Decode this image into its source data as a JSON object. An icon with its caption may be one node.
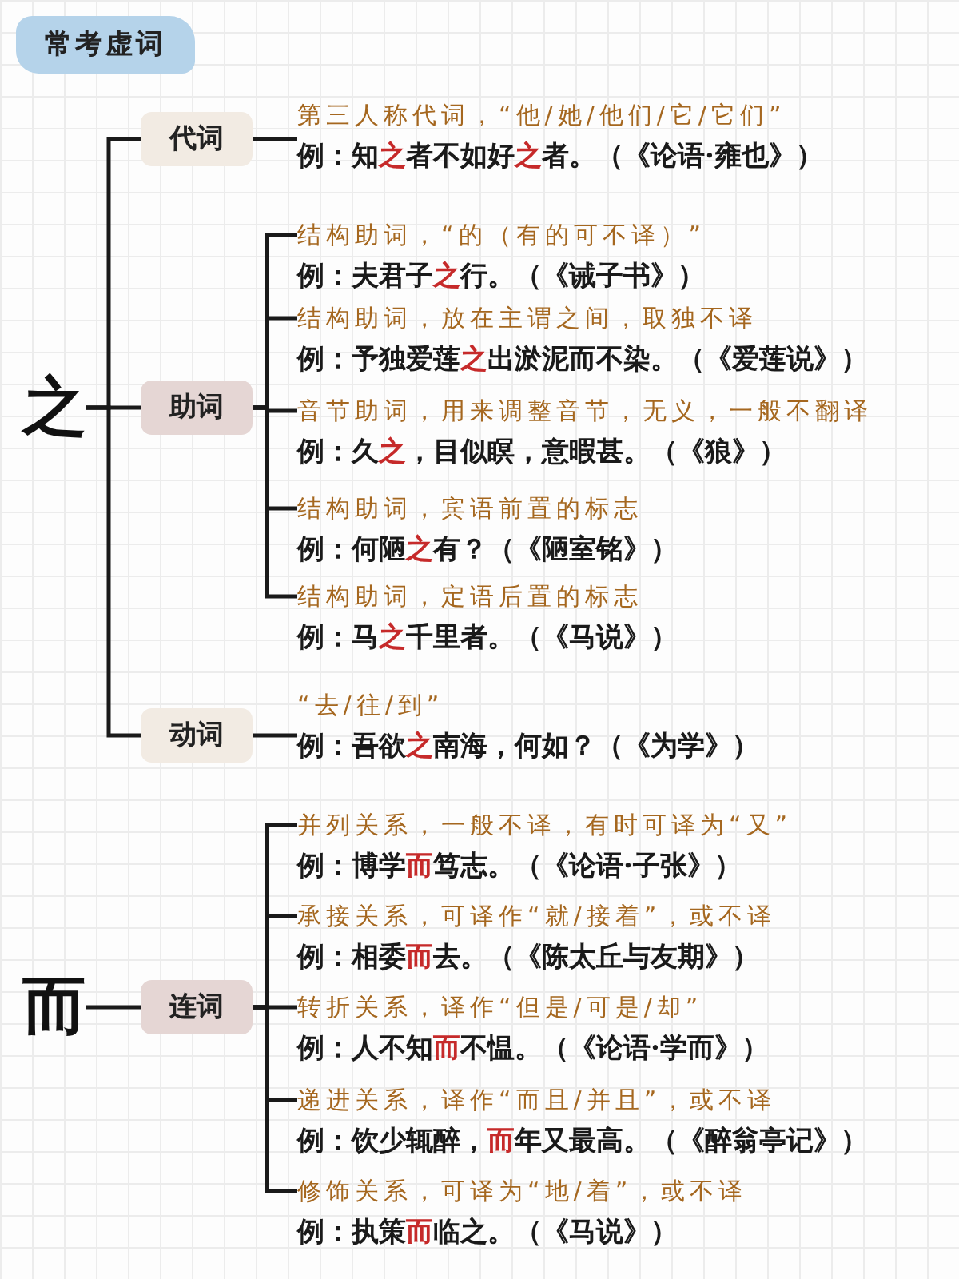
{
  "diagram": {
    "title": "常考虚词",
    "nodes": [
      {
        "text": [
          "之"
        ]
      },
      {
        "text": [
          "代词"
        ]
      },
      {
        "text": [
          "第三人称代词，“他/她/他们/它/它们”",
          "例：知**之**者不如好**之**者。（《论语·雍也》）"
        ]
      },
      {
        "text": [
          "助词"
        ]
      },
      {
        "text": [
          "结构助词，“的（有的可不译）”",
          "例：夫君子**之**行。（《诫子书》）"
        ]
      },
      {
        "text": [
          "结构助词，放在主谓之间，取独不译",
          "例：予独爱莲**之**出淤泥而不染。（《爱莲说》）"
        ]
      },
      {
        "text": [
          "音节助词，用来调整音节，无义，一般不翻译",
          "例：久**之**，目似瞑，意暇甚。（《狼》）"
        ]
      },
      {
        "text": [
          "结构助词，宾语前置的标志",
          "例：何陋**之**有？（《陋室铭》）"
        ]
      },
      {
        "text": [
          "结构助词，定语后置的标志",
          "例：马**之**千里者。（《马说》）"
        ]
      },
      {
        "text": [
          "动词"
        ]
      },
      {
        "text": [
          "“去/往/到”",
          "例：吾欲**之**南海，何如？（《为学》）"
        ]
      },
      {
        "text": [
          "而"
        ]
      },
      {
        "text": [
          "连词"
        ]
      },
      {
        "text": [
          "并列关系，一般不译，有时可译为“又”",
          "例：博学**而**笃志。（《论语·子张》）"
        ]
      },
      {
        "text": [
          "承接关系，可译作“就/接着”，或不译",
          "例：相委**而**去。（《陈太丘与友期》）"
        ]
      },
      {
        "text": [
          "转折关系，译作“但是/可是/却”",
          "例：人不知**而**不愠。（《论语·学而》）"
        ]
      },
      {
        "text": [
          "递进关系，译作“而且/并且”，或不译",
          "例：饮少辄醉，**而**年又最高。（《醉翁亭记》）"
        ]
      },
      {
        "text": [
          "修饰关系，可译为“地/着”，或不译",
          "例：执策**而**临之。（《马说》）"
        ]
      }
    ],
    "edges": [
      {
        "from": 0,
        "to": 1,
        "arrow": "none"
      },
      {
        "from": 0,
        "to": 3,
        "arrow": "none"
      },
      {
        "from": 0,
        "to": 9,
        "arrow": "none"
      },
      {
        "from": 1,
        "to": 2,
        "arrow": "none"
      },
      {
        "from": 3,
        "to": 4,
        "arrow": "none"
      },
      {
        "from": 3,
        "to": 5,
        "arrow": "none"
      },
      {
        "from": 3,
        "to": 6,
        "arrow": "none"
      },
      {
        "from": 3,
        "to": 7,
        "arrow": "none"
      },
      {
        "from": 3,
        "to": 8,
        "arrow": "none"
      },
      {
        "from": 9,
        "to": 10,
        "arrow": "none"
      },
      {
        "from": 11,
        "to": 12,
        "arrow": "none"
      },
      {
        "from": 12,
        "to": 13,
        "arrow": "none"
      },
      {
        "from": 12,
        "to": 14,
        "arrow": "none"
      },
      {
        "from": 12,
        "to": 15,
        "arrow": "none"
      },
      {
        "from": 12,
        "to": 16,
        "arrow": "none"
      },
      {
        "from": 12,
        "to": 17,
        "arrow": "none"
      }
    ]
  }
}
